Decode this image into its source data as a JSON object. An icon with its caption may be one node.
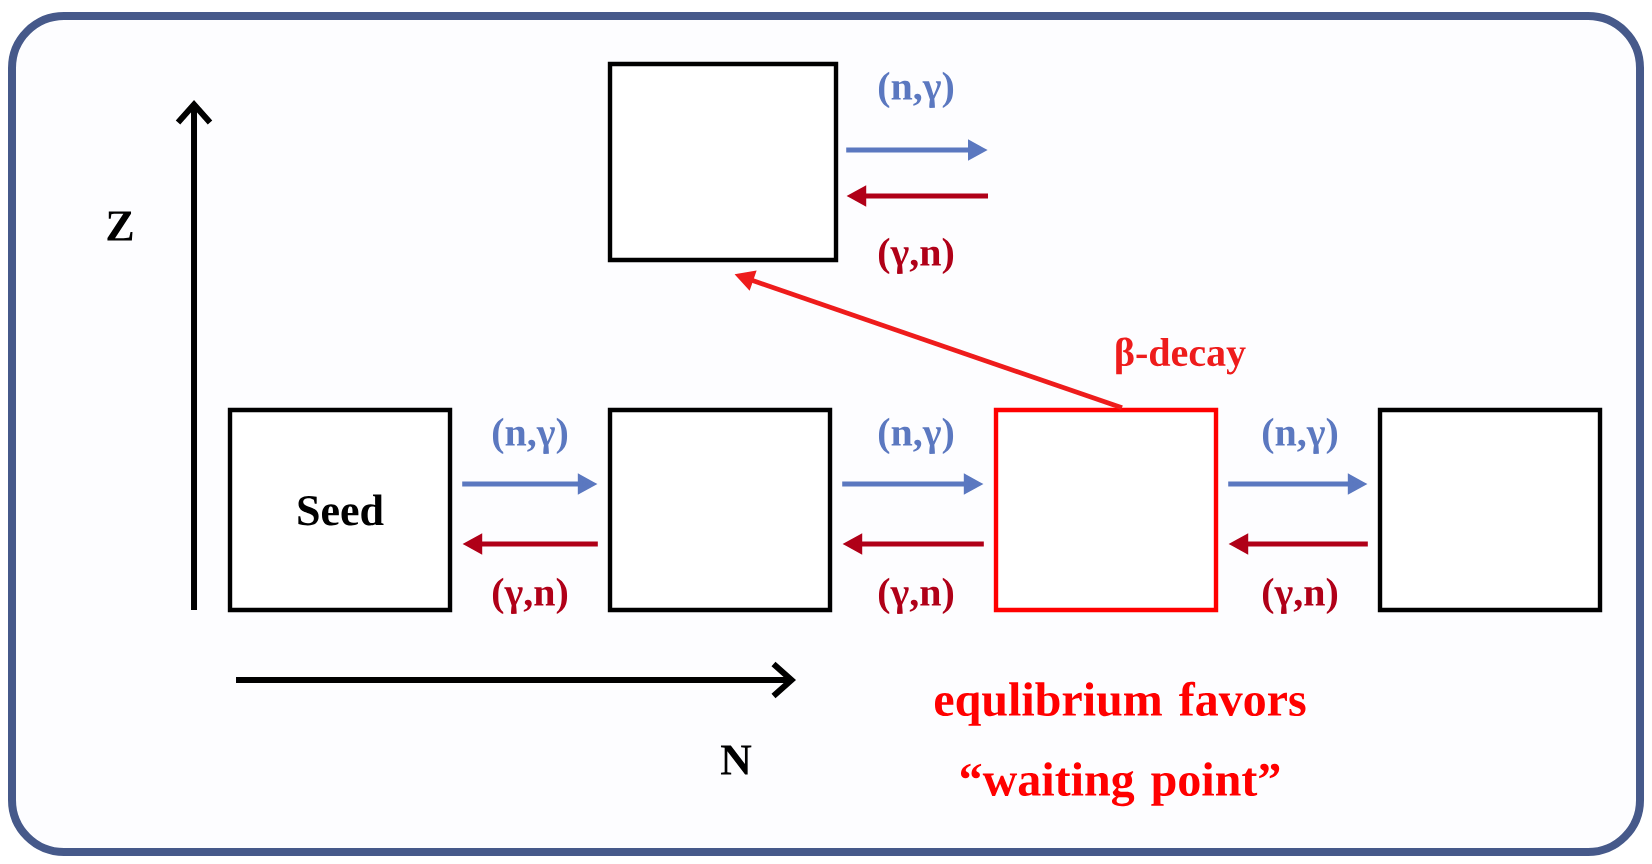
{
  "diagram": {
    "nodes": [
      {
        "text": [
          "Seed"
        ]
      },
      {
        "text": [],
        "shape": "box"
      },
      {
        "text": [],
        "shape": "box",
        "beside": [
          "equlibrium favors “waiting point”"
        ]
      },
      {
        "text": [],
        "shape": "box"
      },
      {
        "text": [],
        "shape": "box"
      }
    ],
    "edges": [
      {
        "from": 0,
        "to": 1,
        "arrow": "to",
        "label": "(n,γ)",
        "color": "#5b78c0"
      },
      {
        "from": 1,
        "to": 0,
        "arrow": "to",
        "label": "(γ,n)",
        "color": "#b00018"
      },
      {
        "from": 1,
        "to": 2,
        "arrow": "to",
        "label": "(n,γ)",
        "color": "#5b78c0"
      },
      {
        "from": 2,
        "to": 1,
        "arrow": "to",
        "label": "(γ,n)",
        "color": "#b00018"
      },
      {
        "from": 2,
        "to": 3,
        "arrow": "to",
        "label": "(n,γ)",
        "color": "#5b78c0"
      },
      {
        "from": 3,
        "to": 2,
        "arrow": "to",
        "label": "(γ,n)",
        "color": "#b00018"
      },
      {
        "from": 4,
        "to": null,
        "arrow": "to",
        "label": "(n,γ)",
        "color": "#5b78c0"
      },
      {
        "from": null,
        "to": 4,
        "arrow": "to",
        "label": "(γ,n)",
        "color": "#b00018"
      },
      {
        "from": 2,
        "to": 4,
        "arrow": "to",
        "label": "β-decay",
        "color": "#ee1c1c"
      }
    ],
    "labels": [
      "Z",
      "N"
    ]
  }
}
